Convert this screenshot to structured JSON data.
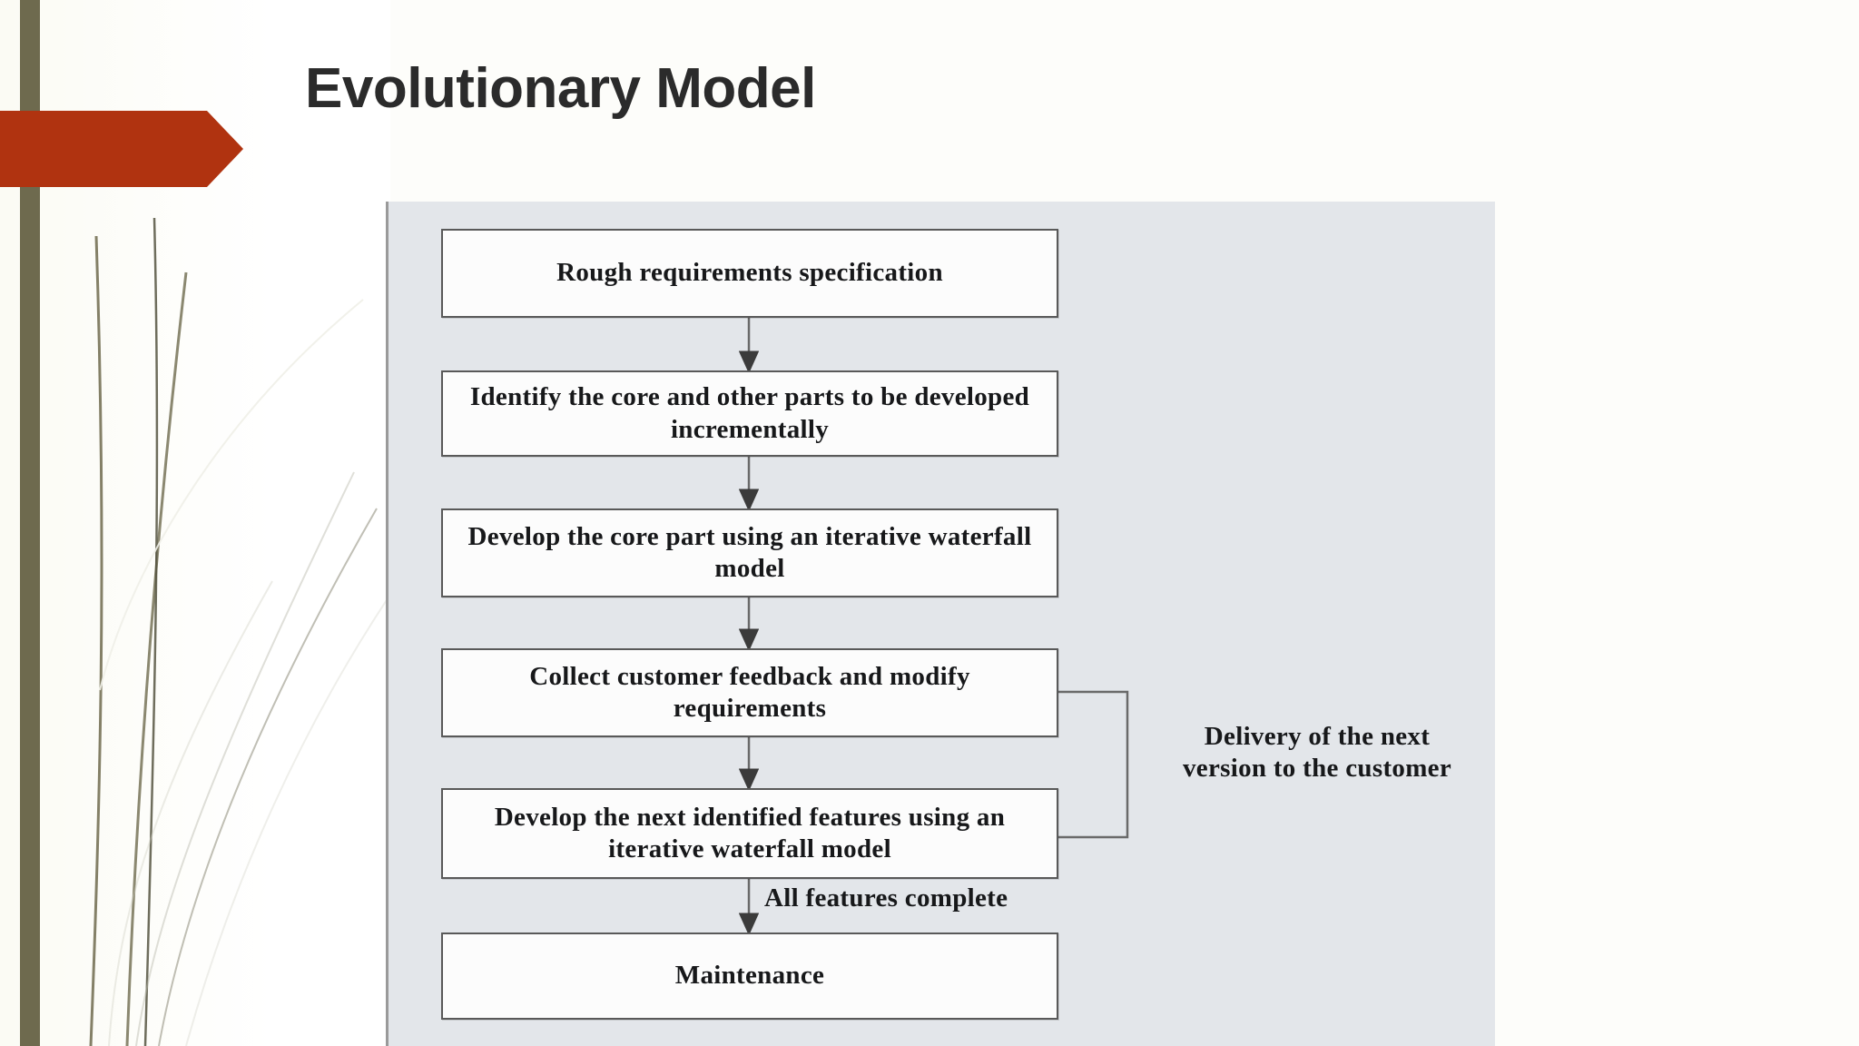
{
  "slide": {
    "title": "Evolutionary Model",
    "background_color": "#fdfdfa",
    "accent_banner_color": "#b03310",
    "accent_bar_color": "#6e6a4e"
  },
  "diagram": {
    "panel_background": "#e3e6ea",
    "node_fill": "#fcfcfc",
    "node_border": "#595959",
    "text_color": "#17181a",
    "type": "flowchart",
    "nodes": [
      {
        "id": "n1",
        "label": "Rough requirements specification"
      },
      {
        "id": "n2",
        "label": "Identify the core and other parts\nto be developed incrementally"
      },
      {
        "id": "n3",
        "label": "Develop the core part using\nan iterative waterfall model"
      },
      {
        "id": "n4",
        "label": "Collect customer feedback and\nmodify requirements"
      },
      {
        "id": "n5",
        "label": "Develop the next identified features\nusing an iterative waterfall model"
      },
      {
        "id": "n6",
        "label": "Maintenance"
      }
    ],
    "edge_labels": [
      {
        "id": "e_delivery",
        "label": "Delivery of the next\nversion to the customer"
      },
      {
        "id": "e_complete",
        "label": "All features complete"
      }
    ],
    "edges": [
      {
        "from": "n1",
        "to": "n2",
        "label": ""
      },
      {
        "from": "n2",
        "to": "n3",
        "label": ""
      },
      {
        "from": "n3",
        "to": "n4",
        "label": ""
      },
      {
        "from": "n4",
        "to": "n5",
        "label": ""
      },
      {
        "from": "n5",
        "to": "n4",
        "label": "Delivery of the next version to the customer"
      },
      {
        "from": "n5",
        "to": "n6",
        "label": "All features complete"
      }
    ]
  }
}
